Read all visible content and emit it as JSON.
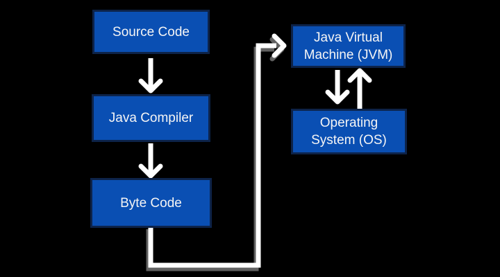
{
  "colors": {
    "background": "#000000",
    "box_fill": "#0a4fb3",
    "box_border": "#0d2349",
    "arrow": "#ffffff",
    "text": "#f5f5f5"
  },
  "diagram": {
    "nodes": [
      {
        "id": "source-code",
        "label": "Source Code"
      },
      {
        "id": "java-compiler",
        "label": "Java Compiler"
      },
      {
        "id": "byte-code",
        "label": "Byte Code"
      },
      {
        "id": "jvm",
        "label": "Java Virtual Machine (JVM)"
      },
      {
        "id": "os",
        "label": "Operating System (OS)"
      }
    ],
    "edges": [
      {
        "from": "source-code",
        "to": "java-compiler",
        "style": "straight-down-arrow"
      },
      {
        "from": "java-compiler",
        "to": "byte-code",
        "style": "straight-down-arrow"
      },
      {
        "from": "byte-code",
        "to": "jvm",
        "style": "elbow-arrow"
      },
      {
        "from": "jvm",
        "to": "os",
        "style": "straight-down-arrow"
      },
      {
        "from": "os",
        "to": "jvm",
        "style": "straight-up-arrow"
      }
    ]
  }
}
